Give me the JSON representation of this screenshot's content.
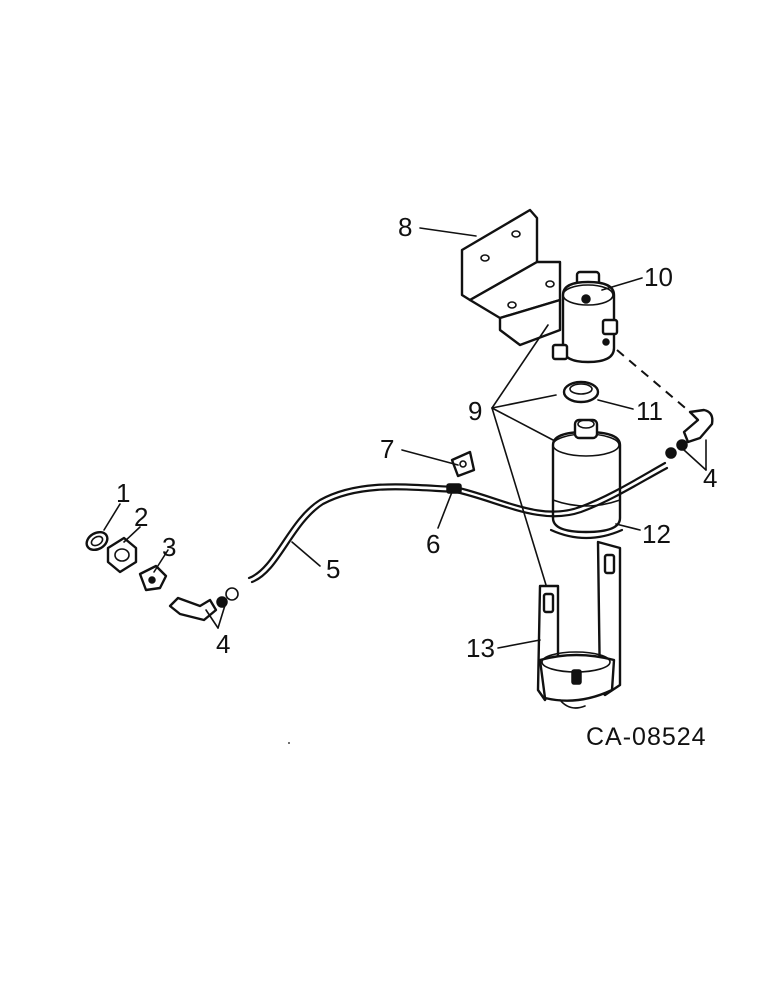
{
  "diagram": {
    "drawing_code": "CA-08524",
    "callouts": {
      "c1": "1",
      "c2": "2",
      "c3": "3",
      "c4a": "4",
      "c4b": "4",
      "c5": "5",
      "c6": "6",
      "c7": "7",
      "c8": "8",
      "c9": "9",
      "c10": "10",
      "c11": "11",
      "c12": "12",
      "c13": "13"
    }
  }
}
